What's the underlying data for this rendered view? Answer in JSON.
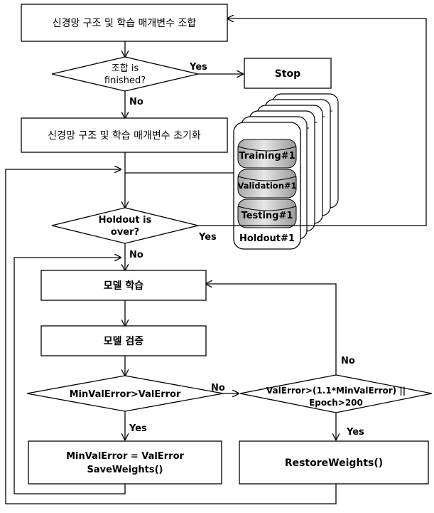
{
  "nodes": {
    "combo": "신경망 구조 및 학습 매개변수 조합",
    "done_q_line1": "조합 is",
    "done_q_line2": "finished?",
    "stop": "Stop",
    "init": "신경망 구조 및 학습 매개변수 초기화",
    "holdout_q_line1": "Holdout is",
    "holdout_q_line2": "over?",
    "train": "모델 학습",
    "validate": "모델 검증",
    "cmp_q": "MinValError>ValError",
    "save_line1": "MinValError = ValError",
    "save_line2": "SaveWeights()",
    "stop_q_line1": "ValError>(1.1*MinValError) ||",
    "stop_q_line2": "Epoch>200",
    "restore": "RestoreWeights()"
  },
  "edge_labels": {
    "done_yes": "Yes",
    "done_no": "No",
    "holdout_yes": "Yes",
    "holdout_no": "No",
    "cmp_yes": "Yes",
    "cmp_no": "No",
    "stop_yes": "Yes",
    "stop_no": "No"
  },
  "holdout_stack": {
    "training": "Training#1",
    "validation": "Validation#1",
    "testing": "Testing#1",
    "caption": "Holdout#1"
  }
}
